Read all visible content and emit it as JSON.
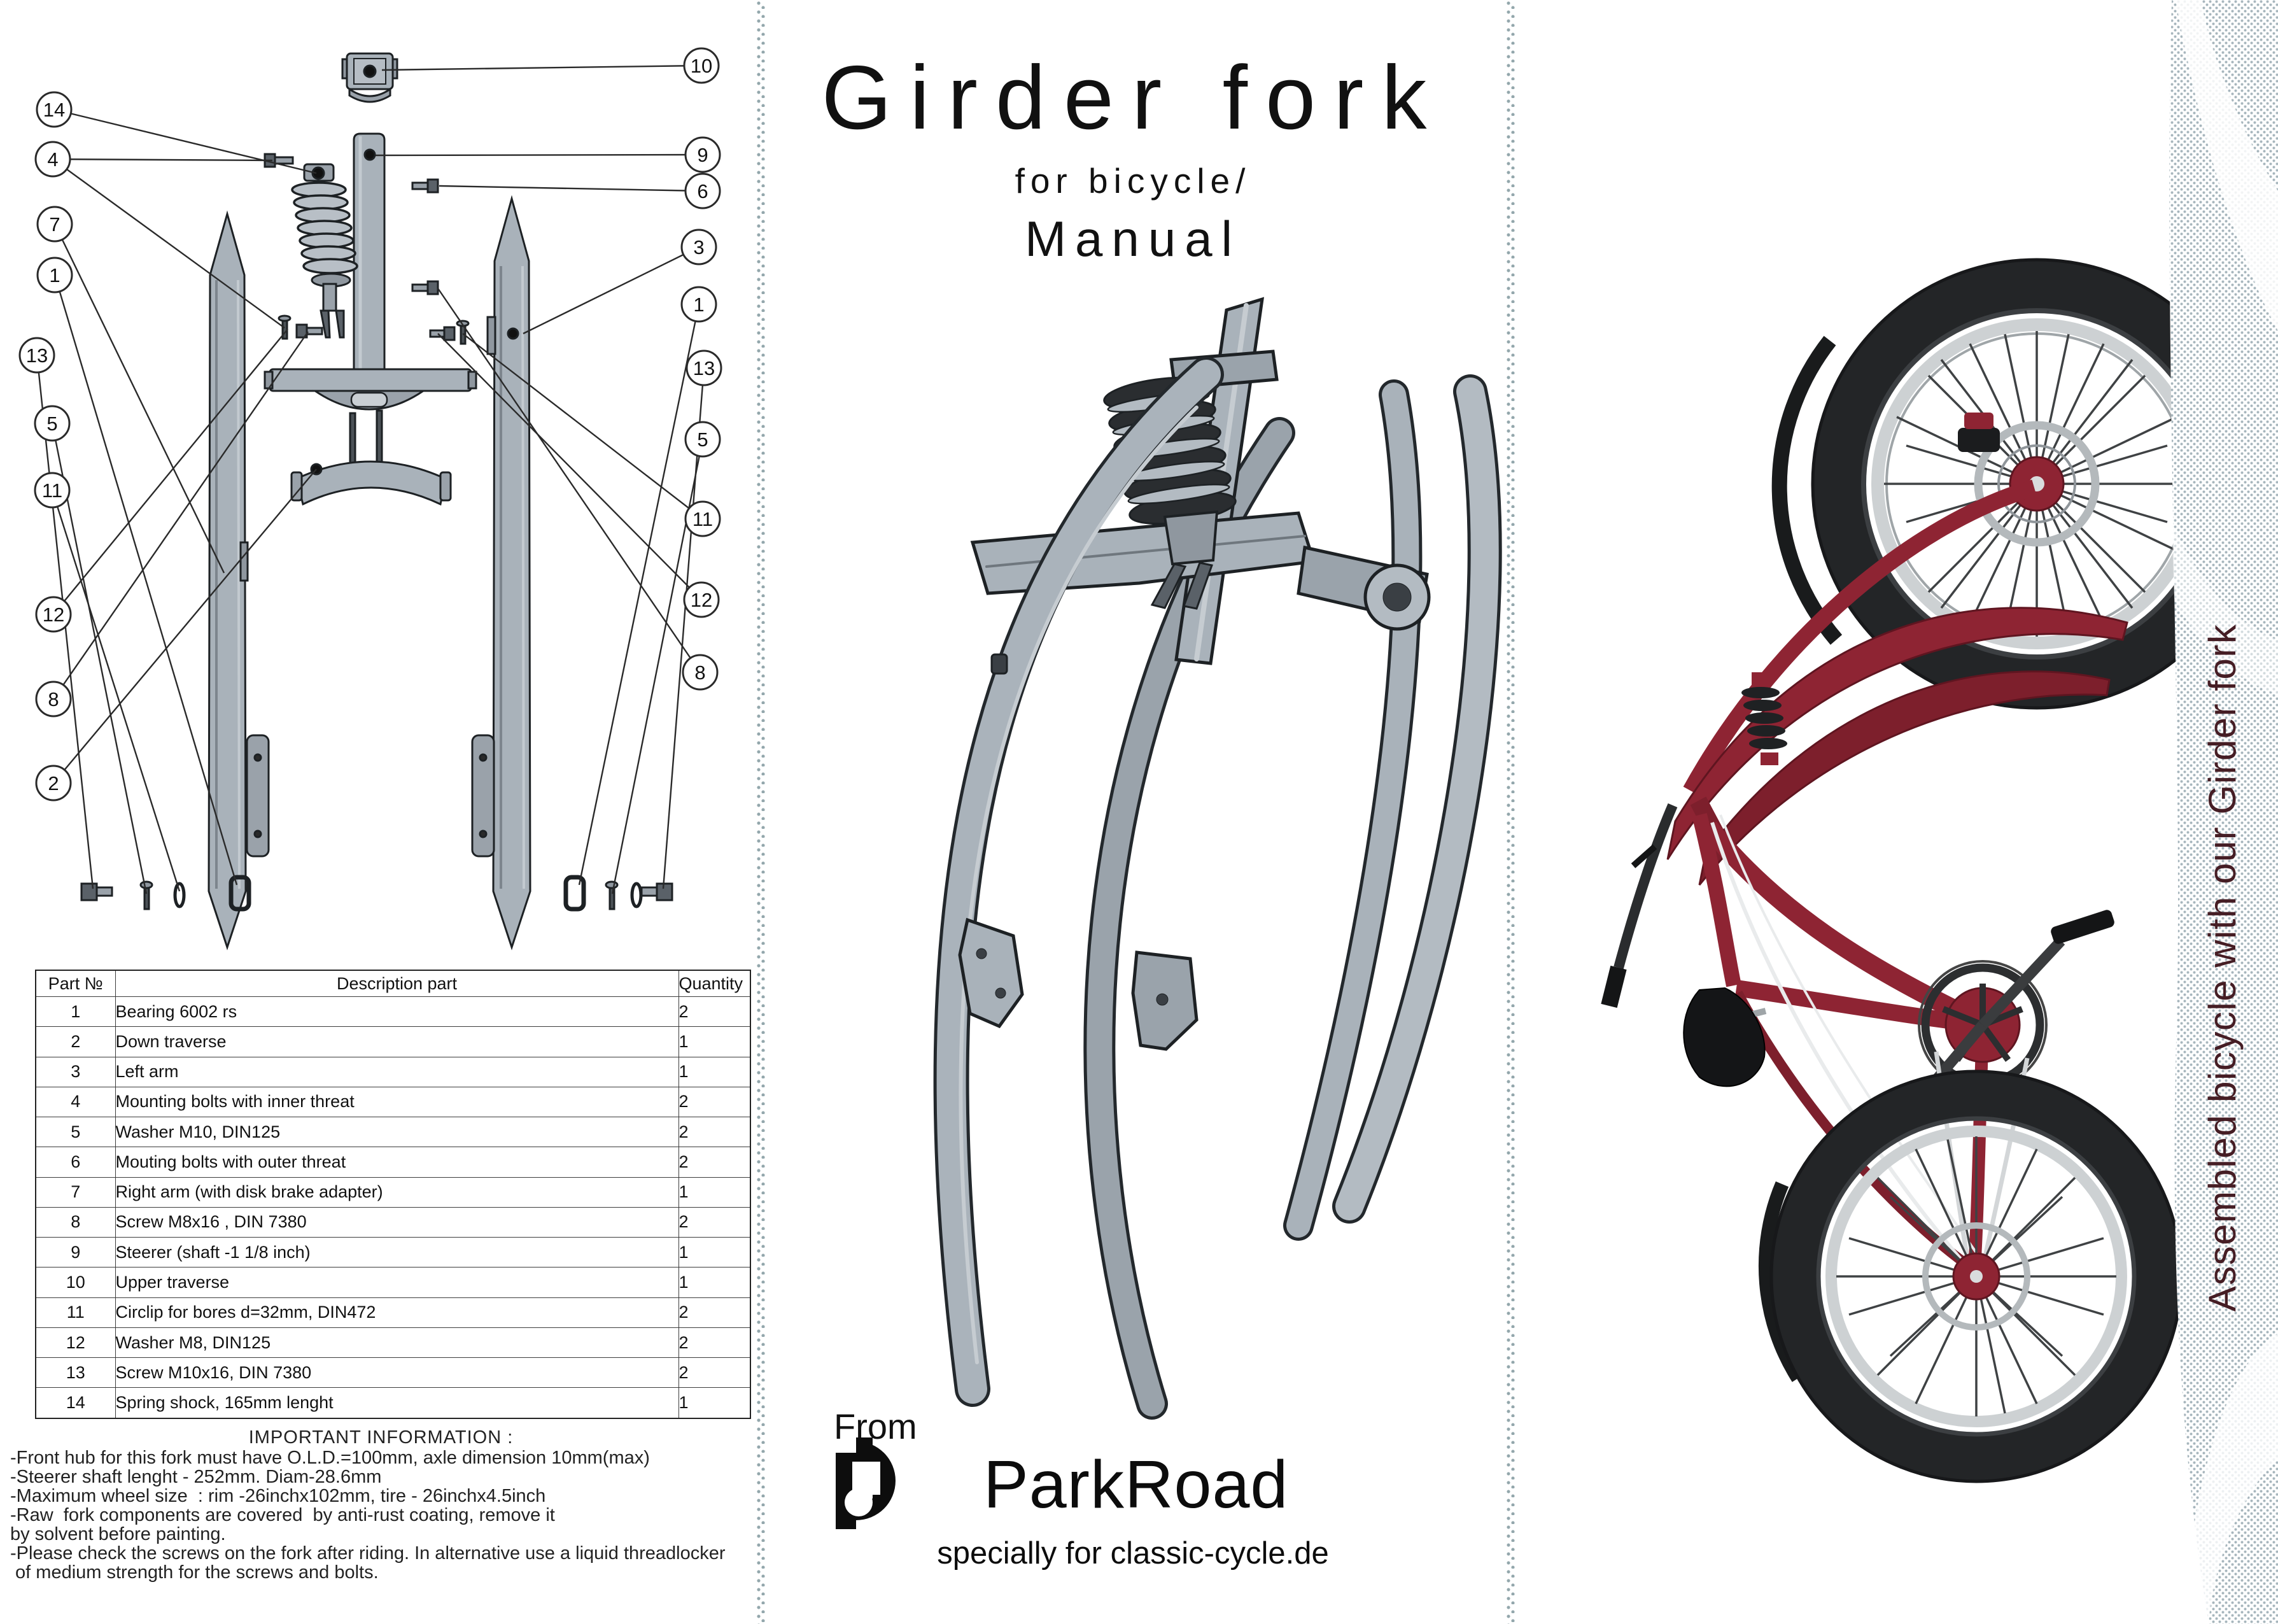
{
  "middle": {
    "title": "Girder fork",
    "subtitle": "for bicycle/",
    "manual": "Manual",
    "from_label": "From",
    "brand": "ParkRoad",
    "tagline": "specially for classic-cycle.de"
  },
  "right": {
    "caption": "Assembled bicycle with our Girder fork"
  },
  "colors": {
    "accent_red": "#8e2433",
    "diagram_grey": "#a9b2ba",
    "caption_maroon": "#451d24",
    "halftone_dot": "#a7b6bd"
  },
  "diagram": {
    "callouts": [
      {
        "n": "10"
      },
      {
        "n": "14"
      },
      {
        "n": "4"
      },
      {
        "n": "7"
      },
      {
        "n": "1"
      },
      {
        "n": "13"
      },
      {
        "n": "5"
      },
      {
        "n": "11"
      },
      {
        "n": "12"
      },
      {
        "n": "8"
      },
      {
        "n": "2"
      },
      {
        "n": "9"
      },
      {
        "n": "6"
      },
      {
        "n": "3"
      },
      {
        "n": "1"
      },
      {
        "n": "13"
      },
      {
        "n": "5"
      },
      {
        "n": "11"
      },
      {
        "n": "12"
      },
      {
        "n": "8"
      }
    ]
  },
  "parts_table": {
    "headers": [
      "Part №",
      "Description part",
      "Quantity"
    ],
    "rows": [
      {
        "no": "1",
        "desc": "Bearing 6002 rs",
        "qty": "2"
      },
      {
        "no": "2",
        "desc": "Down traverse",
        "qty": "1"
      },
      {
        "no": "3",
        "desc": "Left arm",
        "qty": "1"
      },
      {
        "no": "4",
        "desc": "Mounting bolts with inner threat",
        "qty": "2"
      },
      {
        "no": "5",
        "desc": "Washer  M10, DIN125",
        "qty": "2"
      },
      {
        "no": "6",
        "desc": "Mouting bolts with outer threat",
        "qty": "2"
      },
      {
        "no": "7",
        "desc": "Right arm (with disk brake adapter)",
        "qty": "1"
      },
      {
        "no": "8",
        "desc": "Screw M8x16 , DIN 7380",
        "qty": "2"
      },
      {
        "no": "9",
        "desc": "Steerer  (shaft -1 1/8 inch)",
        "qty": "1"
      },
      {
        "no": "10",
        "desc": "Upper traverse",
        "qty": "1"
      },
      {
        "no": "11",
        "desc": "Circlip for bores  d=32mm, DIN472",
        "qty": "2"
      },
      {
        "no": "12",
        "desc": "Washer M8, DIN125",
        "qty": "2"
      },
      {
        "no": "13",
        "desc": "Screw M10x16, DIN 7380",
        "qty": "2"
      },
      {
        "no": "14",
        "desc": "Spring shock, 165mm lenght",
        "qty": "1"
      }
    ]
  },
  "important_info": {
    "heading": "IMPORTANT INFORMATION      :",
    "lines": [
      "-Front hub for this fork must have O.L.D.=100mm, axle dimension 10mm(max)",
      "-Steerer shaft lenght - 252mm. Diam-28.6mm",
      "-Maximum wheel size  : rim -26inchx102mm, tire - 26inchx4.5inch",
      "-Raw  fork components are covered  by anti-rust coating, remove it",
      "by solvent before painting.",
      "-Please check the screws on the fork after riding. In alternative use a liquid threadlocker",
      " of medium strength for the screws and bolts."
    ]
  }
}
